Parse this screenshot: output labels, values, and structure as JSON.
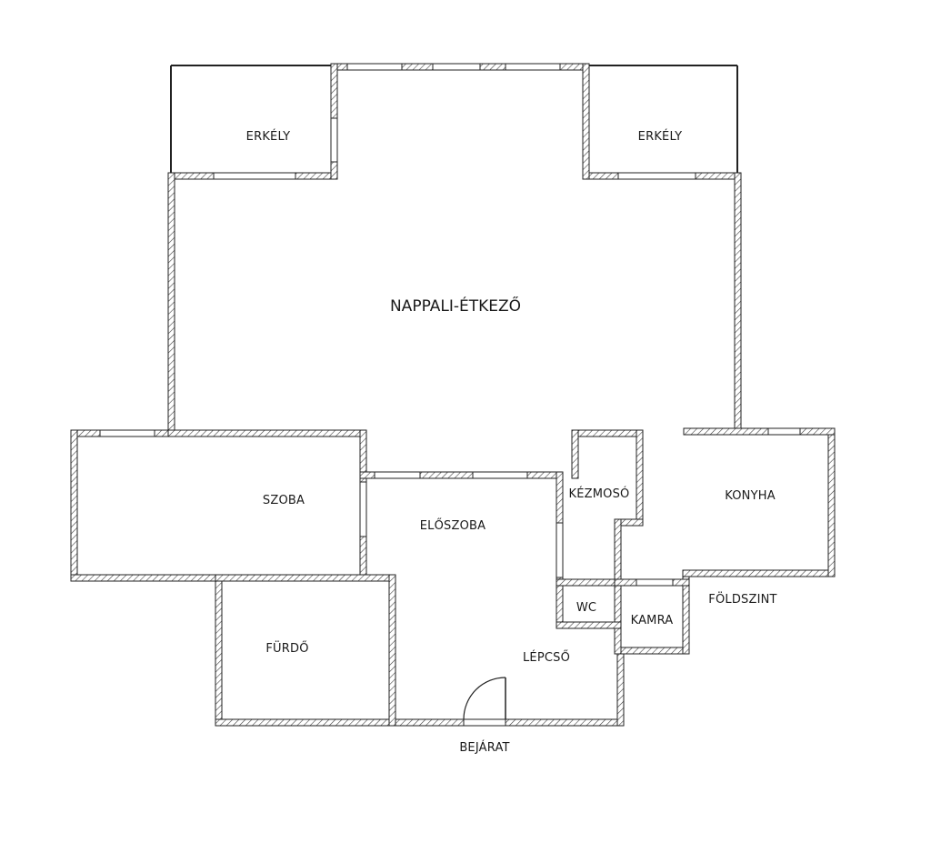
{
  "rooms": {
    "balcony_left": "ERKÉLY",
    "balcony_right": "ERKÉLY",
    "living_dining": "NAPPALI-ÉTKEZŐ",
    "bedroom": "SZOBA",
    "hall": "ELŐSZOBA",
    "washroom": "KÉZMOSÓ",
    "kitchen": "KONYHA",
    "toilet": "WC",
    "pantry": "KAMRA",
    "bathroom": "FÜRDŐ",
    "stairs": "LÉPCSŐ"
  },
  "labels": {
    "floor": "FÖLDSZINT",
    "entrance": "BEJÁRAT"
  }
}
